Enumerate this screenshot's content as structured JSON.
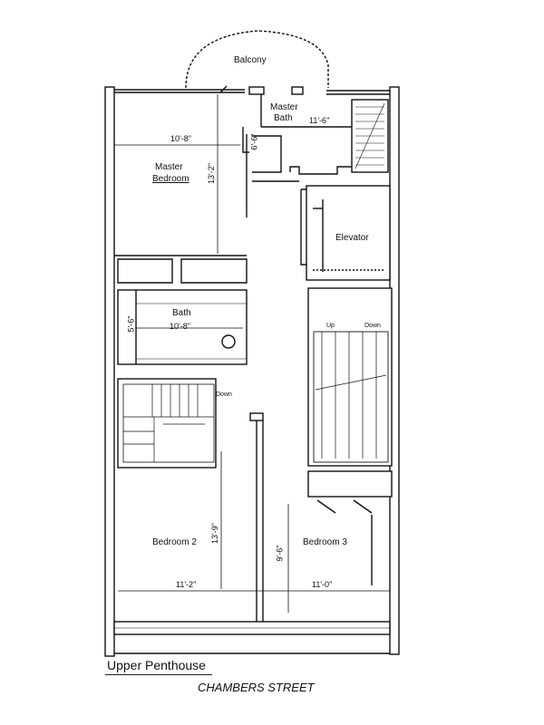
{
  "plan": {
    "rooms": {
      "balcony": "Balcony",
      "master_bath_1": "Master",
      "master_bath_2": "Bath",
      "master_bedroom_1": "Master",
      "master_bedroom_2": "Bedroom",
      "elevator": "Elevator",
      "bath": "Bath",
      "bedroom2": "Bedroom 2",
      "bedroom3": "Bedroom 3"
    },
    "dimensions": {
      "master_bath_w": "11'-6\"",
      "master_bath_h": "6'-6\"",
      "master_bedroom_w": "10'-8\"",
      "master_bedroom_h": "13'-2\"",
      "bath_w": "10'-8\"",
      "bath_h": "5'-6\"",
      "bedroom2_h": "13'-9\"",
      "bedroom2_w": "11'-2\"",
      "bedroom3_h": "9'-6\"",
      "bedroom3_w": "11'-0\""
    },
    "stairs": {
      "up": "Up",
      "down": "Down",
      "down2": "Down"
    }
  },
  "footer": {
    "title": "Upper Penthouse",
    "street": "CHAMBERS STREET"
  }
}
